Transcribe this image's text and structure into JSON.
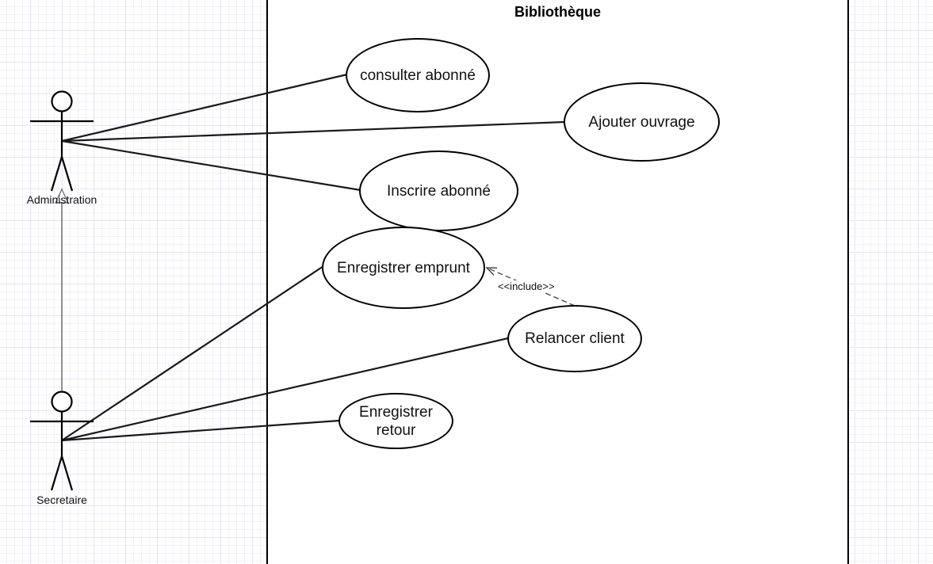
{
  "system": {
    "title": "Bibliothèque"
  },
  "actors": {
    "administration": {
      "label": "Administration"
    },
    "secretaire": {
      "label": "Secretaire"
    }
  },
  "use_cases": {
    "consulter_abonne": "consulter abonné",
    "ajouter_ouvrage": "Ajouter ouvrage",
    "inscrire_abonne": "Inscrire abonné",
    "enregistrer_emprunt": "Enregistrer emprunt",
    "relancer_client": "Relancer client",
    "enregistrer_retour": "Enregistrer retour"
  },
  "relations": {
    "include_label": "<<include>>"
  }
}
